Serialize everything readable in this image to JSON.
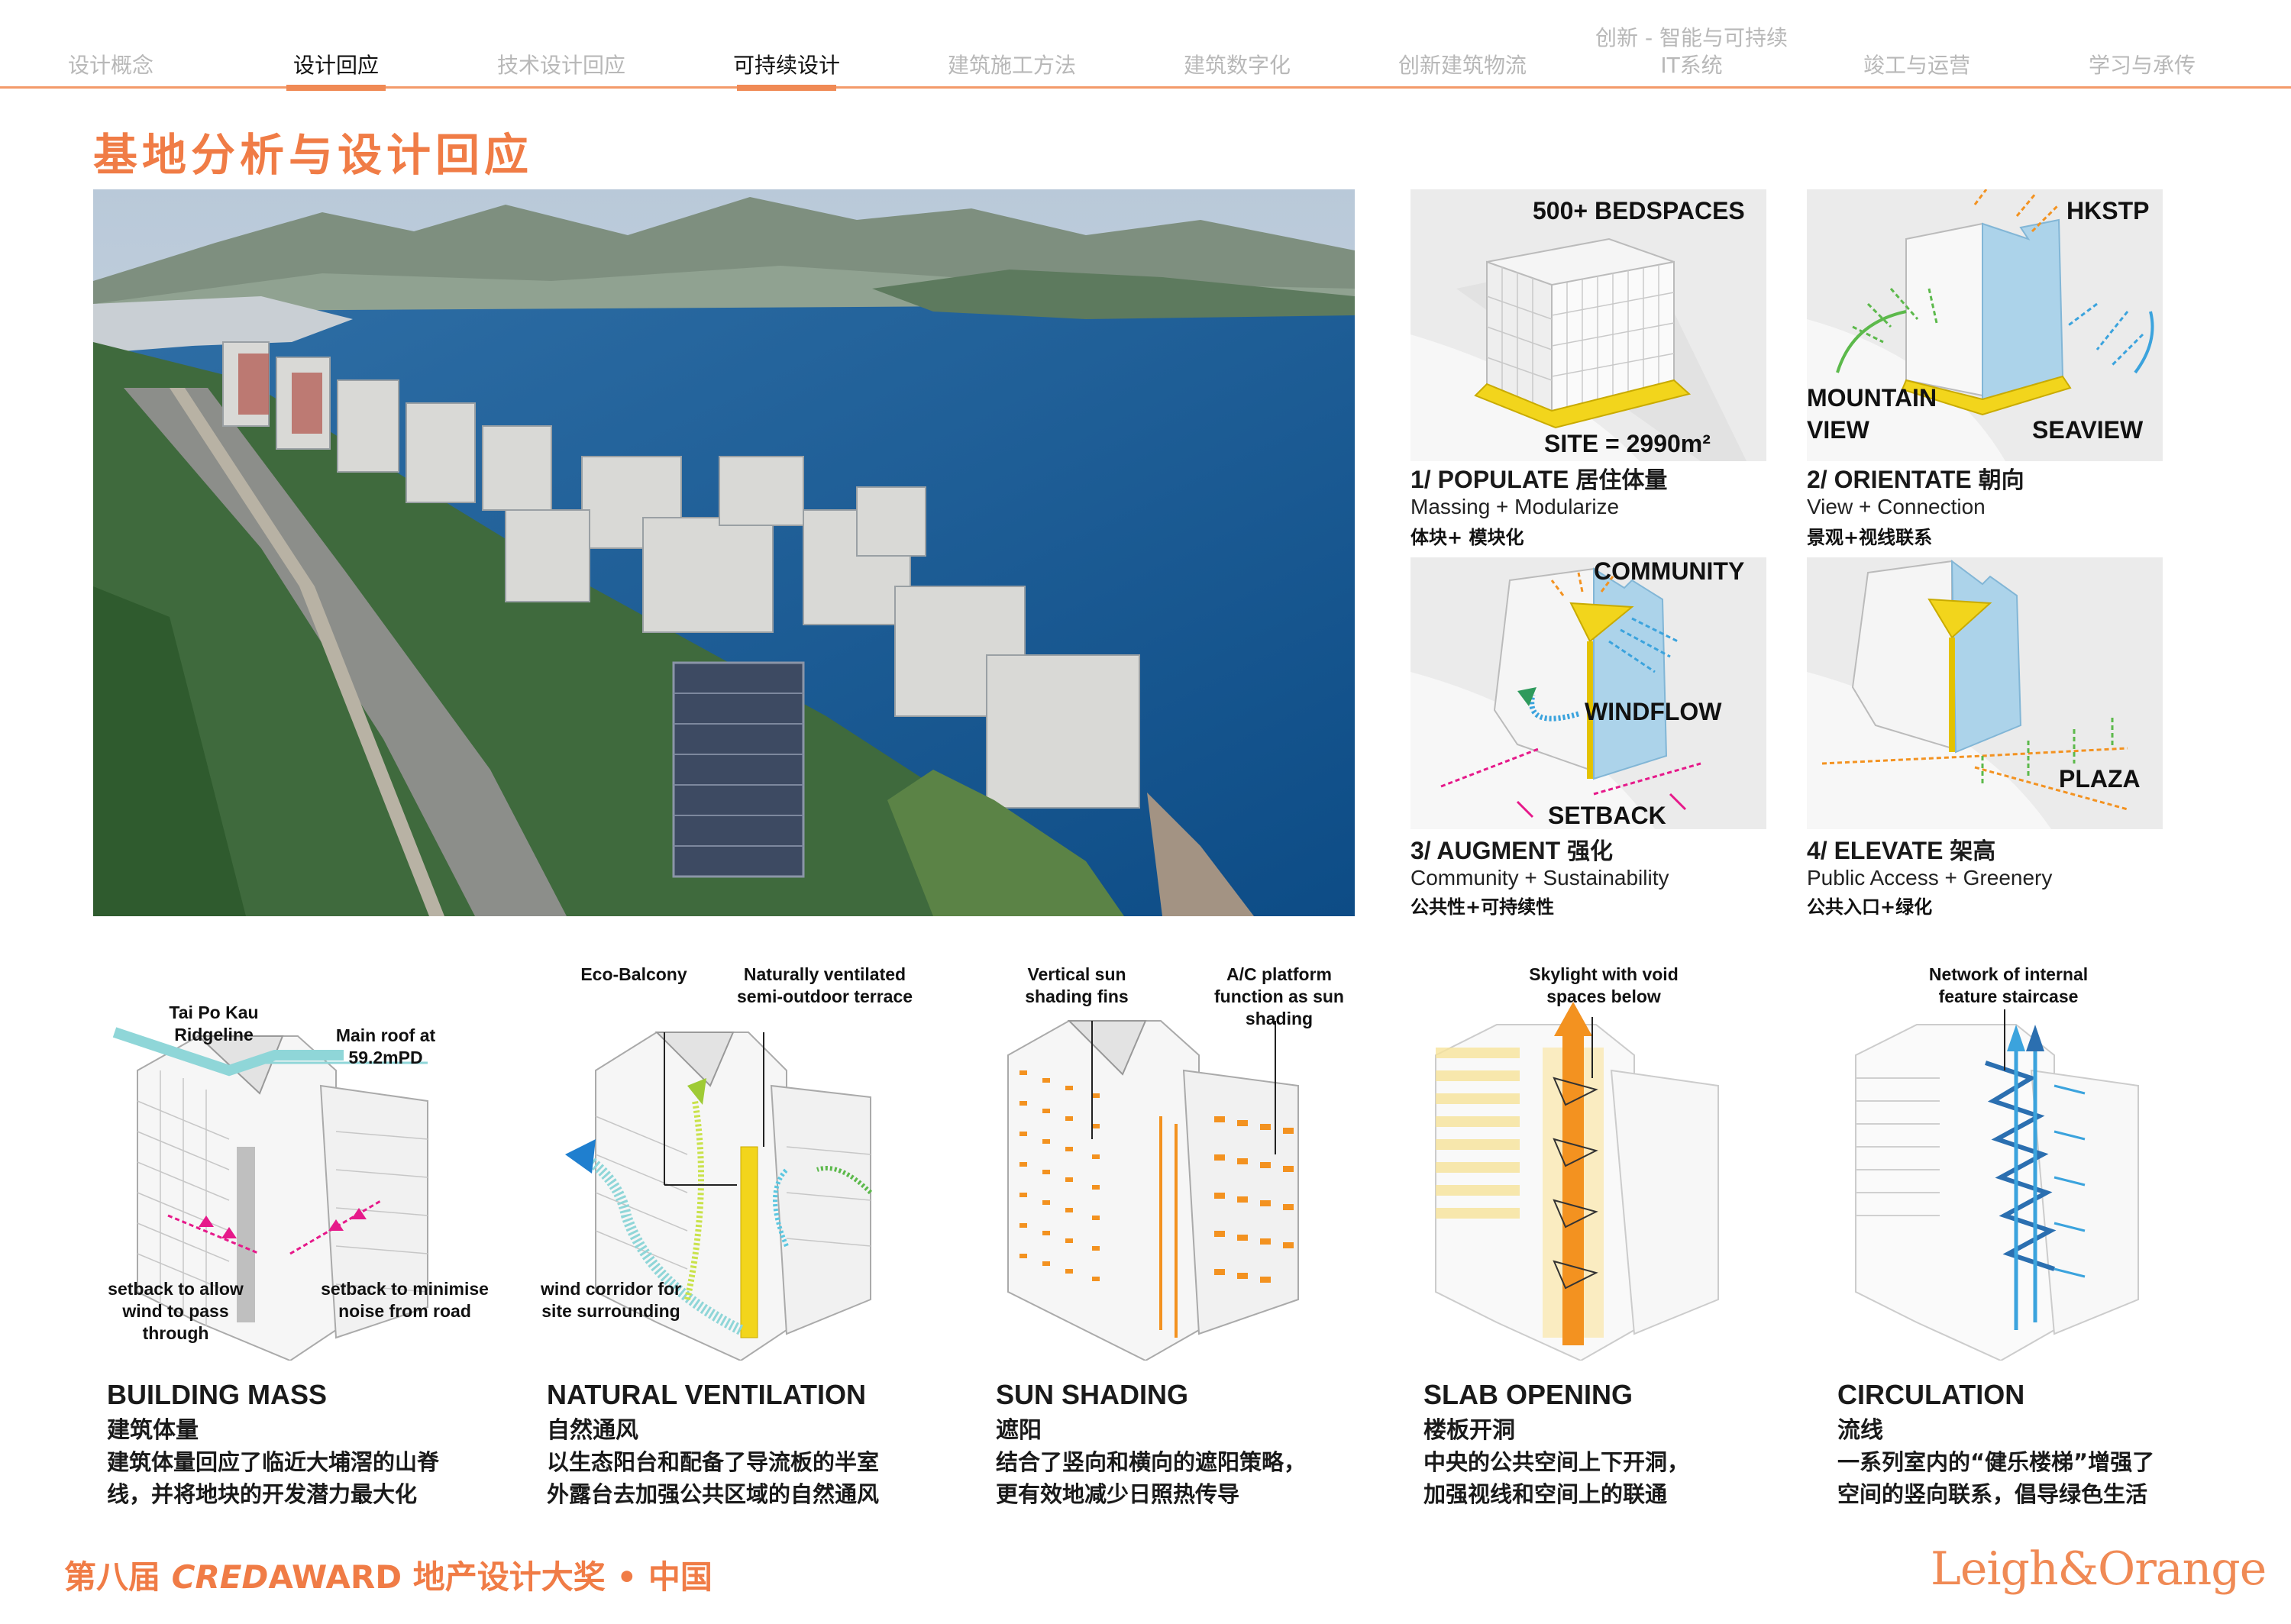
{
  "nav": {
    "items": [
      {
        "label": "设计概念"
      },
      {
        "label": "设计回应"
      },
      {
        "label": "技术设计回应"
      },
      {
        "label": "可持续设计"
      },
      {
        "label": "建筑施工方法"
      },
      {
        "label": "建筑数字化"
      },
      {
        "label": "创新建筑物流"
      },
      {
        "label": "创新 - 智能与可持续IT系统"
      },
      {
        "label": "竣工与运营"
      },
      {
        "label": "学习与承传"
      }
    ],
    "active": [
      1,
      3
    ]
  },
  "page_title": "基地分析与设计回应",
  "diagrams": [
    {
      "labels": [
        "500+ BEDSPACES",
        "SITE = 2990m²"
      ],
      "title": "1/ POPULATE",
      "title_zh": "居住体量",
      "en": "Massing + Modularize",
      "zh": "体块+ 模块化"
    },
    {
      "labels": [
        "HKSTP",
        "MOUNTAIN",
        "VIEW",
        "SEAVIEW"
      ],
      "title": "2/ ORIENTATE",
      "title_zh": "朝向",
      "en": "View + Connection",
      "zh": "景观+视线联系"
    },
    {
      "labels": [
        "COMMUNITY",
        "WINDFLOW",
        "SETBACK"
      ],
      "title": "3/ AUGMENT",
      "title_zh": "强化",
      "en": "Community + Sustainability",
      "zh": "公共性+可持续性"
    },
    {
      "labels": [
        "PLAZA"
      ],
      "title": "4/ ELEVATE",
      "title_zh": "架高",
      "en": "Public Access + Greenery",
      "zh": "公共入口+绿化"
    }
  ],
  "bottom": [
    {
      "title": "BUILDING MASS",
      "zh": "建筑体量",
      "desc": [
        "建筑体量回应了临近大埔滘的山脊",
        "线，并将地块的开发潜力最大化"
      ],
      "ann": [
        "Tai Po Kau Ridgeline",
        "Main roof at 59.2mPD",
        "setback to allow wind to pass through",
        "setback to minimise noise from road"
      ]
    },
    {
      "title": "NATURAL VENTILATION",
      "zh": "自然通风",
      "desc": [
        "以生态阳台和配备了导流板的半室",
        "外露台去加强公共区域的自然通风"
      ],
      "ann": [
        "Eco-Balcony",
        "Naturally ventilated semi-outdoor terrace",
        "wind corridor for site surrounding"
      ]
    },
    {
      "title": "SUN SHADING",
      "zh": "遮阳",
      "desc": [
        "结合了竖向和横向的遮阳策略，",
        "更有效地减少日照热传导"
      ],
      "ann": [
        "Vertical sun shading fins",
        "A/C platform function as sun shading"
      ]
    },
    {
      "title": "SLAB OPENING",
      "zh": "楼板开洞",
      "desc": [
        "中央的公共空间上下开洞，",
        "加强视线和空间上的联通"
      ],
      "ann": [
        "Skylight with void spaces below"
      ]
    },
    {
      "title": "CIRCULATION",
      "zh": "流线",
      "desc": [
        "一系列室内的“健乐楼梯”增强了",
        "空间的竖向联系，倡导绿色生活"
      ],
      "ann": [
        "Network of internal feature staircase"
      ]
    }
  ],
  "footer": {
    "pre": "第八届 ",
    "brand_italic": "CRED",
    "brand": "AWARD",
    "post": " 地产设计大奖 • 中国"
  },
  "logo": "Leigh&Orange",
  "colors": {
    "accent": "#f07c46",
    "yellow": "#f2d51c",
    "blue": "#a8d4ec",
    "magenta": "#e6198a",
    "orange": "#f39220"
  }
}
